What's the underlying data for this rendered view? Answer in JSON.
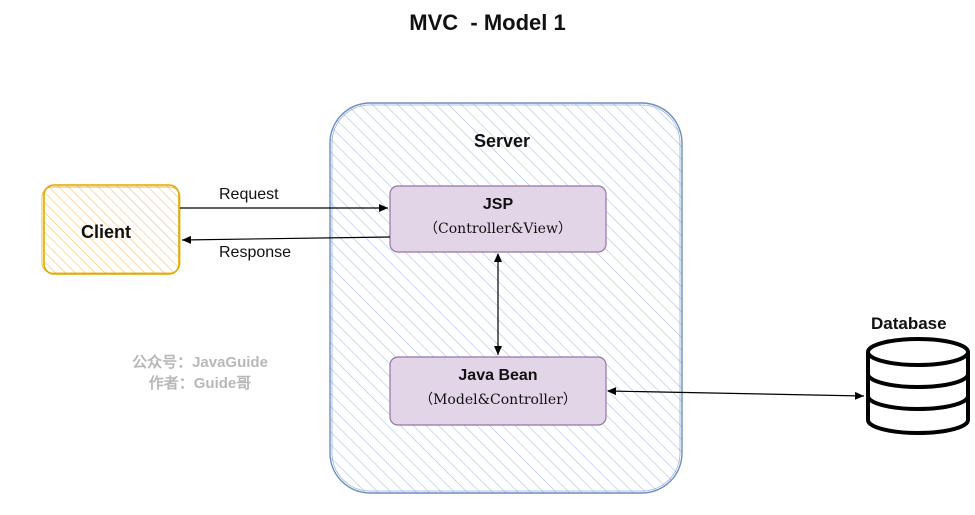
{
  "title": "MVC  - Model 1",
  "server": {
    "label": "Server"
  },
  "client": {
    "label": "Client"
  },
  "jsp": {
    "title": "JSP",
    "subtitle": "（Controller&View）"
  },
  "javabean": {
    "title": "Java Bean",
    "subtitle": "（Model&Controller）"
  },
  "database": {
    "label": "Database"
  },
  "edges": {
    "request": "Request",
    "response": "Response"
  },
  "watermark": {
    "line1": "公众号：JavaGuide",
    "line2": "作者：Guide哥"
  },
  "colors": {
    "server_stroke": "#6c8ebf",
    "server_hatch": "#a9c4e6",
    "client_stroke": "#e0a800",
    "client_hatch": "#f5c26b",
    "box_fill": "#e1d5e7",
    "box_stroke": "#9673a6",
    "line": "#000000"
  }
}
